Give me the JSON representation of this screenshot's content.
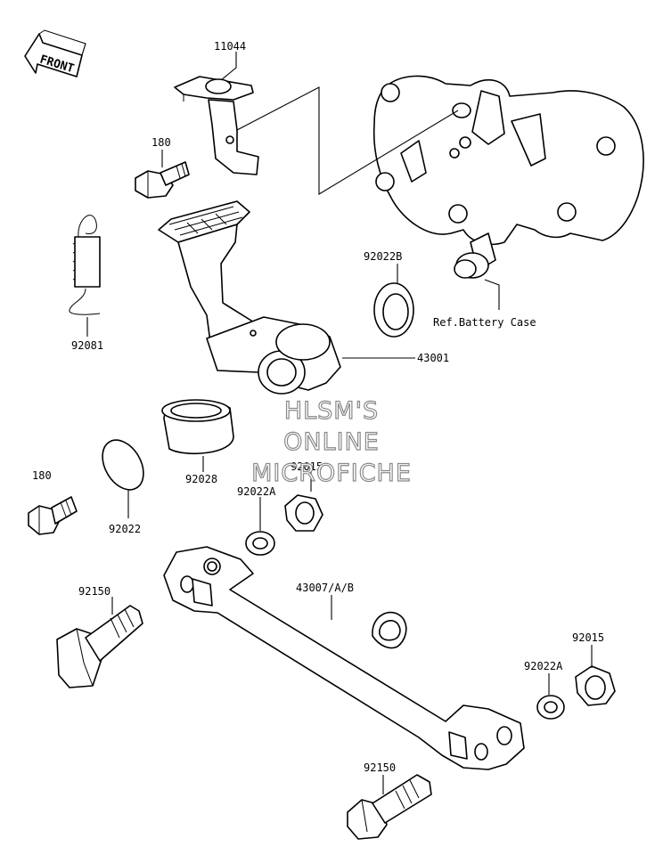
{
  "direction_label": "FRONT",
  "reference_note": "Ref.Battery Case",
  "watermark": [
    "HLSM'S",
    "ONLINE",
    "MICROFICHE"
  ],
  "parts": {
    "p11044": "11044",
    "p180_top": "180",
    "p92081": "92081",
    "p92022B": "92022B",
    "p43001": "43001",
    "p92028": "92028",
    "p92015_top": "92015",
    "p92022A_top": "92022A",
    "p180_bottom": "180",
    "p92022": "92022",
    "p92150_left": "92150",
    "p43007": "43007/A/B",
    "p92015_right": "92015",
    "p92022A_right": "92022A",
    "p92150_bottom": "92150"
  }
}
